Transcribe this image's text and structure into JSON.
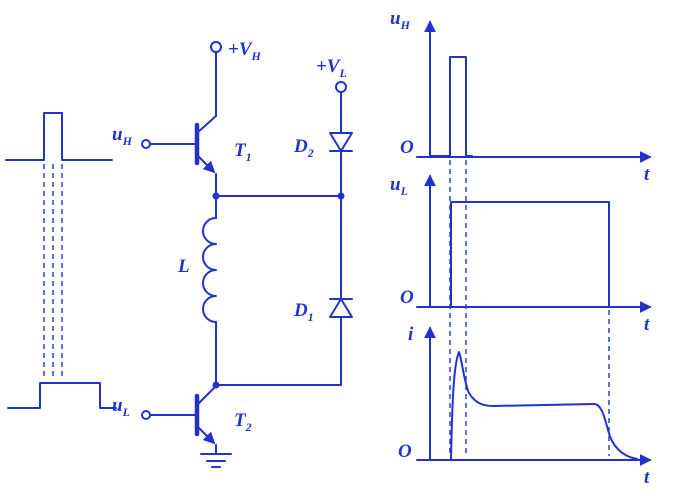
{
  "colors": {
    "accent": "#2233cc",
    "background": "#ffffff"
  },
  "circuit": {
    "supply_top": {
      "main": "+V",
      "sub": "H"
    },
    "supply_right": {
      "main": "+V",
      "sub": "L"
    },
    "input_top": {
      "main": "u",
      "sub": "H"
    },
    "input_bottom": {
      "main": "u",
      "sub": "L"
    },
    "transistor_top": {
      "main": "T",
      "sub": "1"
    },
    "transistor_bottom": {
      "main": "T",
      "sub": "2"
    },
    "diode_top": {
      "main": "D",
      "sub": "2"
    },
    "diode_bottom": {
      "main": "D",
      "sub": "1"
    },
    "inductor_label": "L"
  },
  "plots": [
    {
      "ylabel_main": "u",
      "ylabel_sub": "H",
      "origin": "O",
      "xlabel": "t"
    },
    {
      "ylabel_main": "u",
      "ylabel_sub": "L",
      "origin": "O",
      "xlabel": "t"
    },
    {
      "ylabel_main": "i",
      "ylabel_sub": "",
      "origin": "O",
      "xlabel": "t"
    }
  ],
  "waveforms": {
    "left_top_pulse": {
      "shape": "narrow positive pulse on baseline"
    },
    "left_bottom_pulse": {
      "shape": "wide positive pulse aligned with narrow pulse leading edge"
    },
    "u_H": {
      "shape": "narrow tall pulse",
      "rise_t": 1.0,
      "fall_t": 1.6,
      "amplitude": 1
    },
    "u_L": {
      "shape": "wide pulse",
      "rise_t": 1.0,
      "fall_t": 7.6,
      "amplitude": 1
    },
    "i": {
      "shape": "sharp rise with overshoot peak, decay to plateau, exponential fall to zero after u_L ends"
    }
  }
}
